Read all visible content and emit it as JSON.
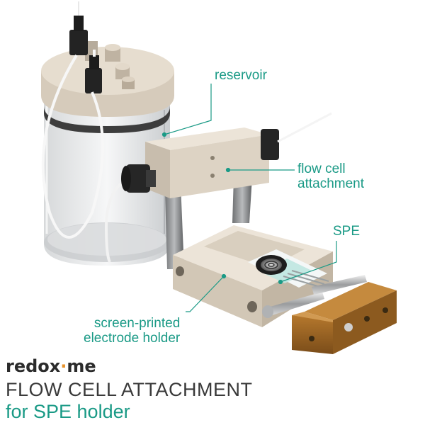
{
  "labels": {
    "reservoir": "reservoir",
    "flow_cell_line1": "flow cell",
    "flow_cell_line2": "attachment",
    "spe": "SPE",
    "holder_line1": "screen-printed",
    "holder_line2": "electrode holder"
  },
  "brand": {
    "part1": "redox",
    "dot": "·",
    "part2": "me"
  },
  "title": "FLOW CELL ATTACHMENT",
  "subtitle": "for SPE holder",
  "colors": {
    "accent": "#1a9a86",
    "brand_dot": "#e8922a",
    "text_dark": "#3a3a3a"
  }
}
